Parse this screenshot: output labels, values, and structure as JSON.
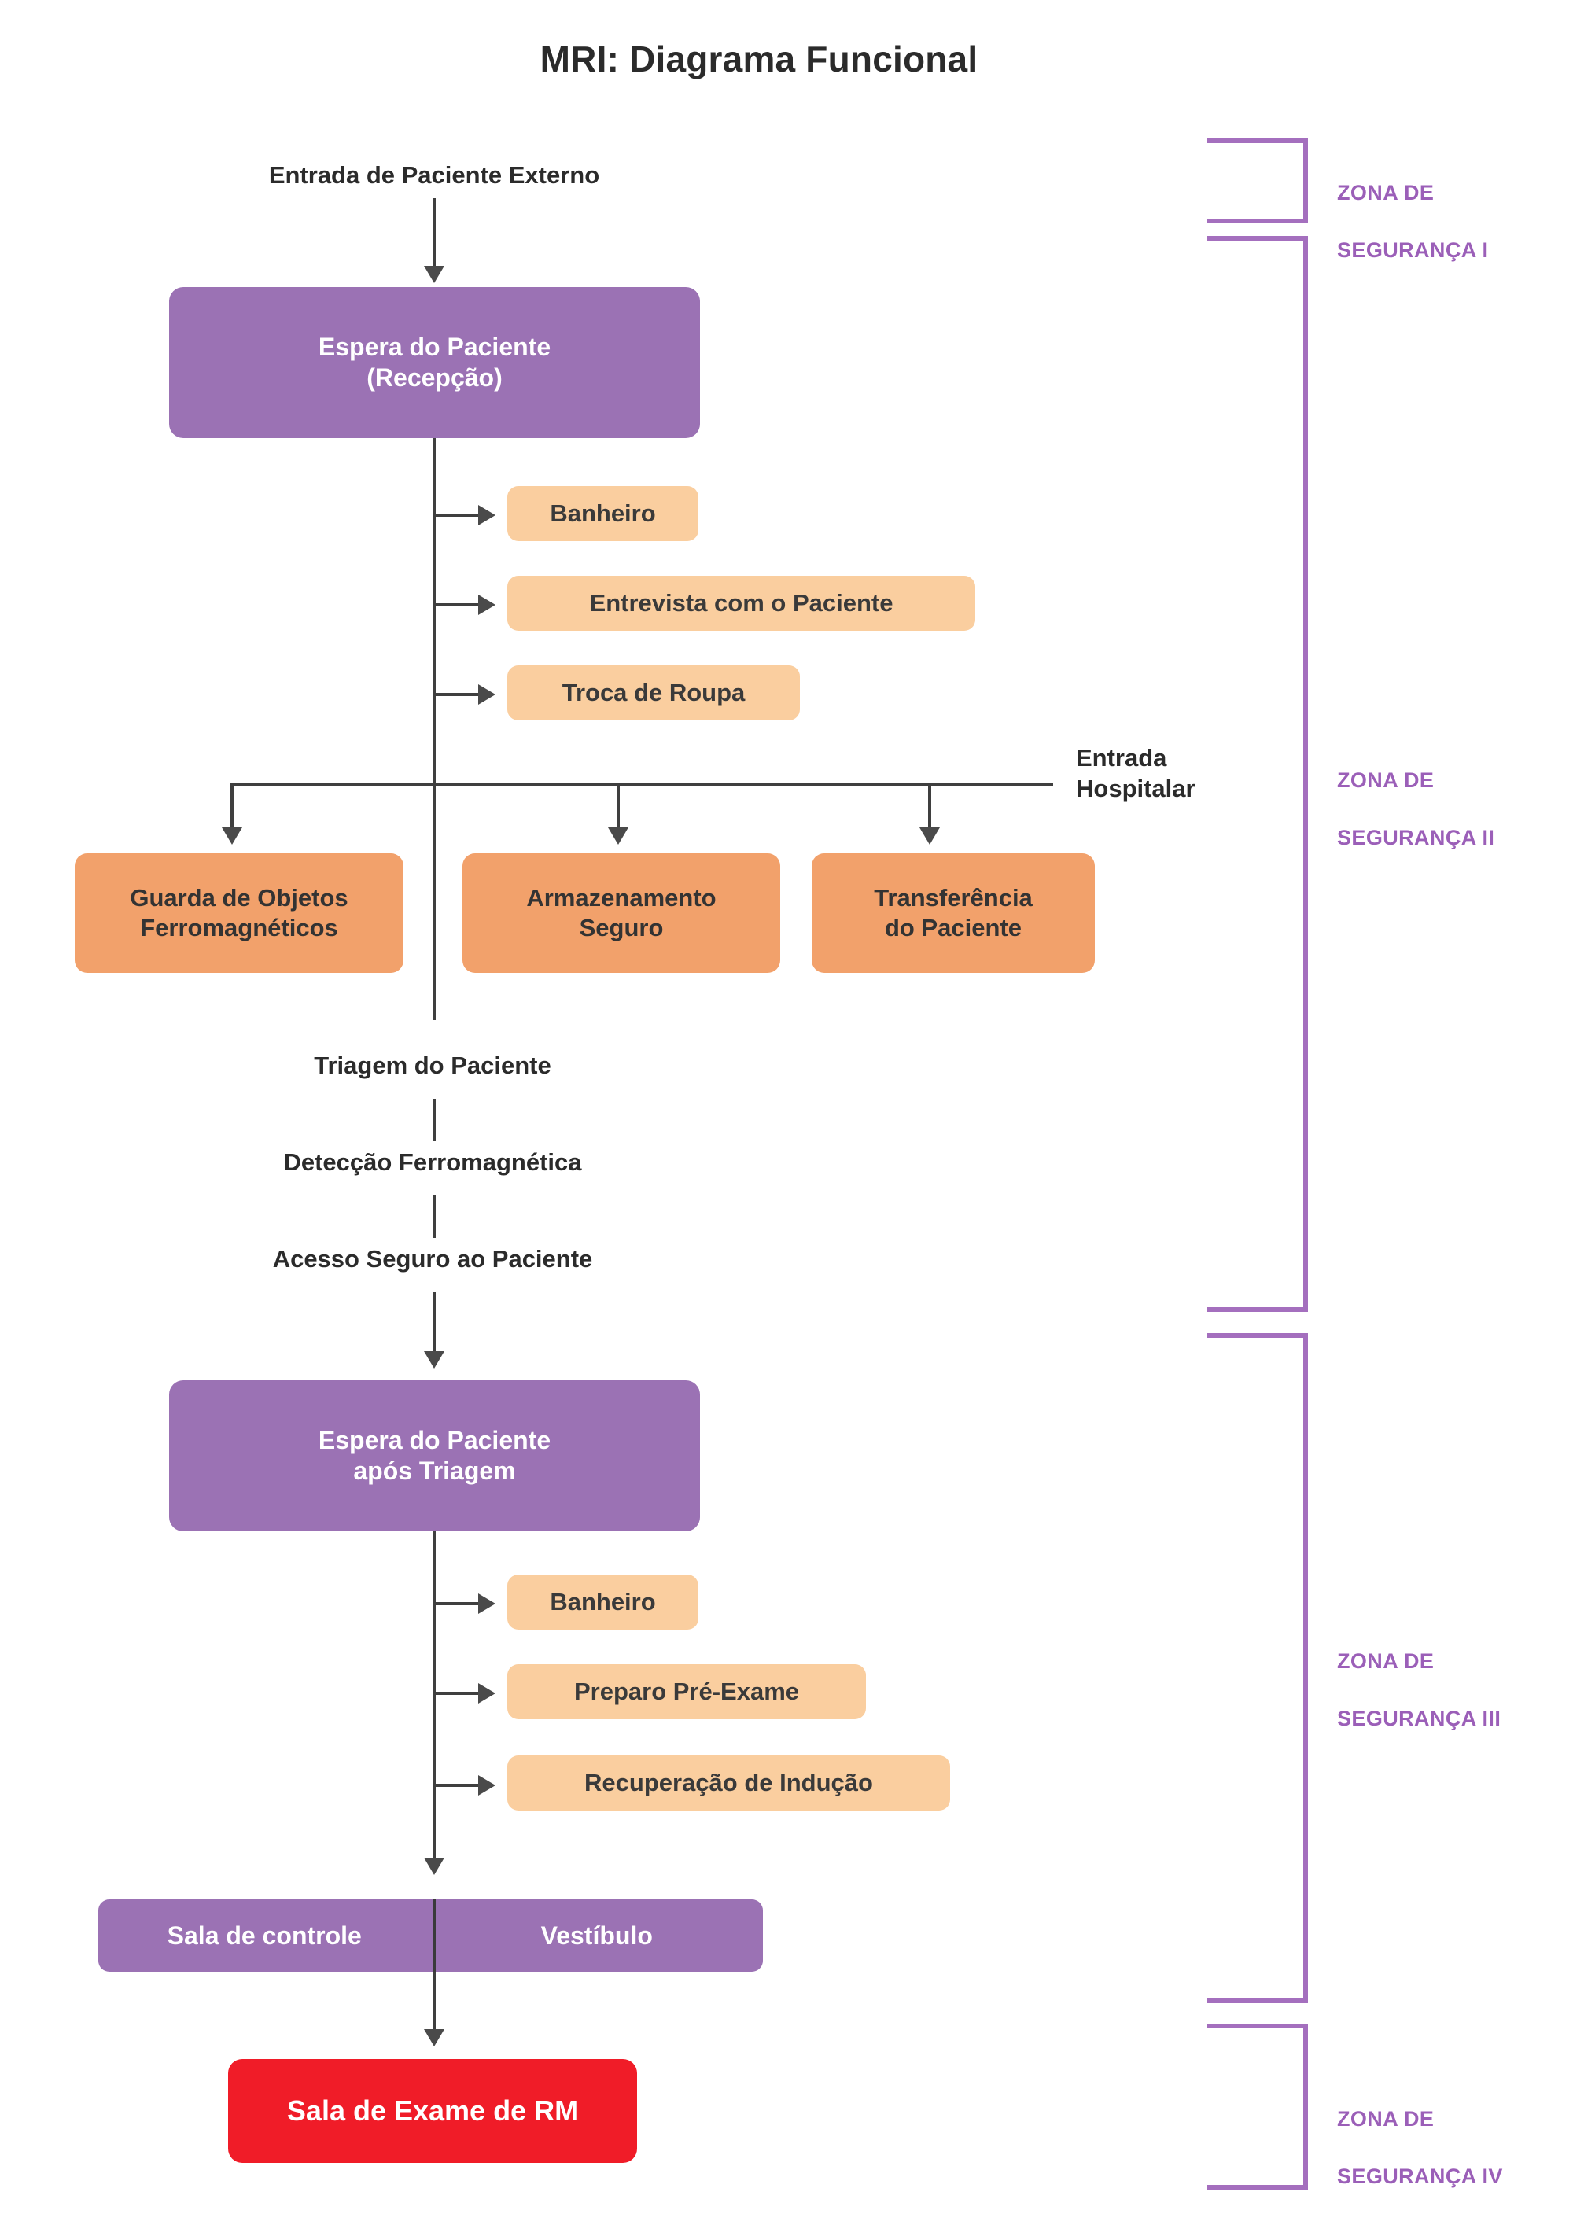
{
  "title": "MRI: Diagrama Funcional",
  "colors": {
    "purple": "#9B72B4",
    "orange_light": "#FACE9F",
    "orange_dark": "#F2A16B",
    "red": "#F01C28",
    "zone_line": "#A46FBE",
    "zone_text": "#9B5FB8",
    "connector": "#3f3f3f",
    "text_dark": "#2b2b2b"
  },
  "entry": {
    "outpatient_label": "Entrada de Paciente Externo",
    "hospital_label_line1": "Entrada",
    "hospital_label_line2": "Hospitalar"
  },
  "nodes": {
    "reception_line1": "Espera do Paciente",
    "reception_line2": "(Recepção)",
    "post_screening_line1": "Espera do Paciente",
    "post_screening_line2": "após Triagem",
    "control_room": "Sala de controle",
    "vestibule": "Vestíbulo",
    "exam_room": "Sala de Exame de RM"
  },
  "reception_branches": [
    {
      "label": "Banheiro"
    },
    {
      "label": "Entrevista com o Paciente"
    },
    {
      "label": "Troca de Roupa"
    }
  ],
  "hospital_branches": [
    {
      "label_line1": "Guarda de Objetos",
      "label_line2": "Ferromagnéticos"
    },
    {
      "label_line1": "Armazenamento",
      "label_line2": "Seguro"
    },
    {
      "label_line1": "Transferência",
      "label_line2": "do Paciente"
    }
  ],
  "screening_steps": [
    {
      "label": "Triagem do Paciente"
    },
    {
      "label": "Detecção Ferromagnética"
    },
    {
      "label": "Acesso Seguro ao Paciente"
    }
  ],
  "post_screening_branches": [
    {
      "label": "Banheiro"
    },
    {
      "label": "Preparo Pré-Exame"
    },
    {
      "label": "Recuperação de Indução"
    }
  ],
  "zones": [
    {
      "line1": "ZONA DE",
      "line2": "SEGURANÇA I"
    },
    {
      "line1": "ZONA DE",
      "line2": "SEGURANÇA II"
    },
    {
      "line1": "ZONA DE",
      "line2": "SEGURANÇA III"
    },
    {
      "line1": "ZONA DE",
      "line2": "SEGURANÇA IV"
    }
  ]
}
